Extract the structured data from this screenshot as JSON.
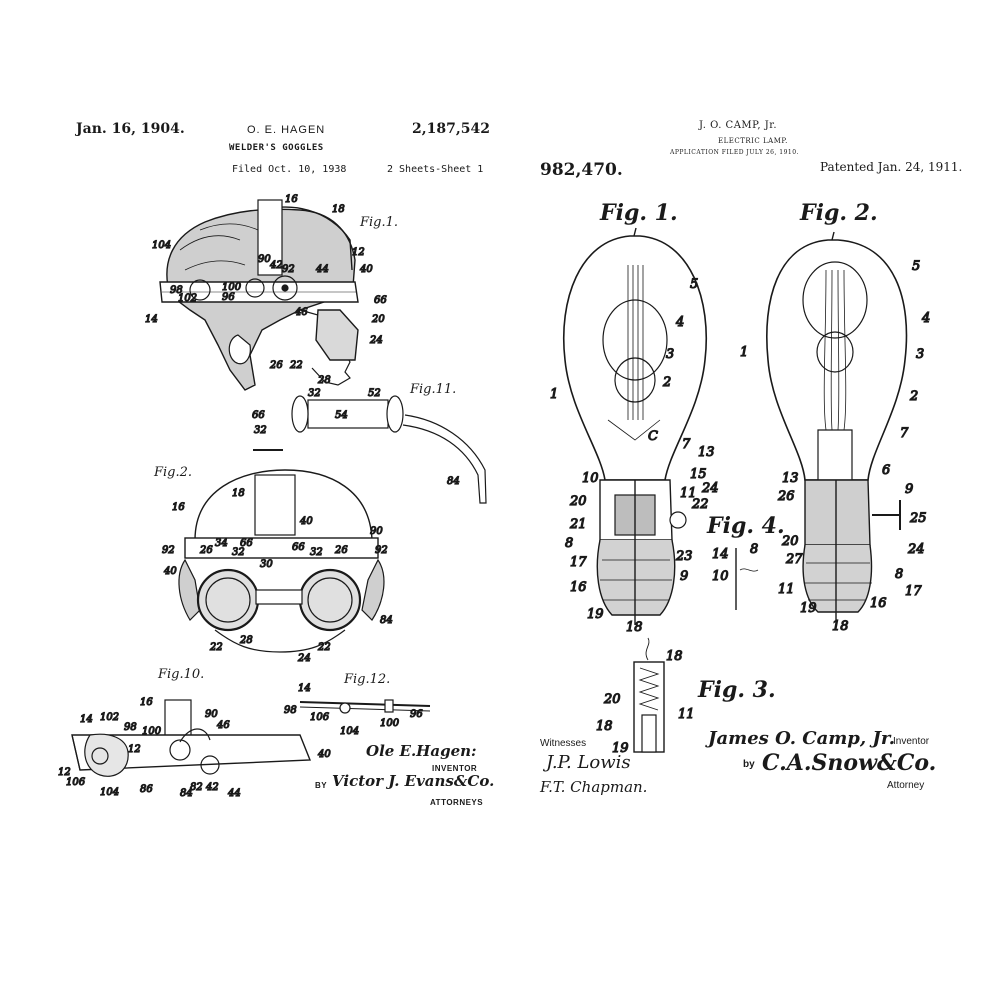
{
  "left_patent": {
    "date": "Jan. 16, 1904.",
    "inventor_name": "O. E. HAGEN",
    "patent_number": "2,187,542",
    "title": "WELDER'S GOGGLES",
    "filed": "Filed Oct. 10, 1938",
    "sheets": "2 Sheets-Sheet 1",
    "fig1": "Fig.1.",
    "fig2": "Fig.2.",
    "fig10": "Fig.10.",
    "fig11": "Fig.11.",
    "fig12": "Fig.12.",
    "signature": "Ole E.Hagen:",
    "inventor_label": "INVENTOR",
    "by": "BY",
    "attorney_signature": "Victor J. Evans&Co.",
    "attorneys_label": "ATTORNEYS"
  },
  "right_patent": {
    "inventor_name": "J. O. CAMP, Jr.",
    "title": "ELECTRIC LAMP.",
    "application": "APPLICATION FILED JULY 26, 1910.",
    "patent_number": "982,470.",
    "patented": "Patented Jan. 24, 1911.",
    "fig1": "Fig. 1.",
    "fig2": "Fig. 2.",
    "fig3": "Fig. 3.",
    "fig4": "Fig. 4.",
    "witnesses_label": "Witnesses",
    "witness1": "J.P. Lowis",
    "witness2": "F.T. Chapman.",
    "inventor_signature": "James O. Camp, Jr.",
    "inventor_label": "Inventor",
    "by": "by",
    "attorney_signature": "C.A.Snow&Co.",
    "attorney_label": "Attorney"
  }
}
